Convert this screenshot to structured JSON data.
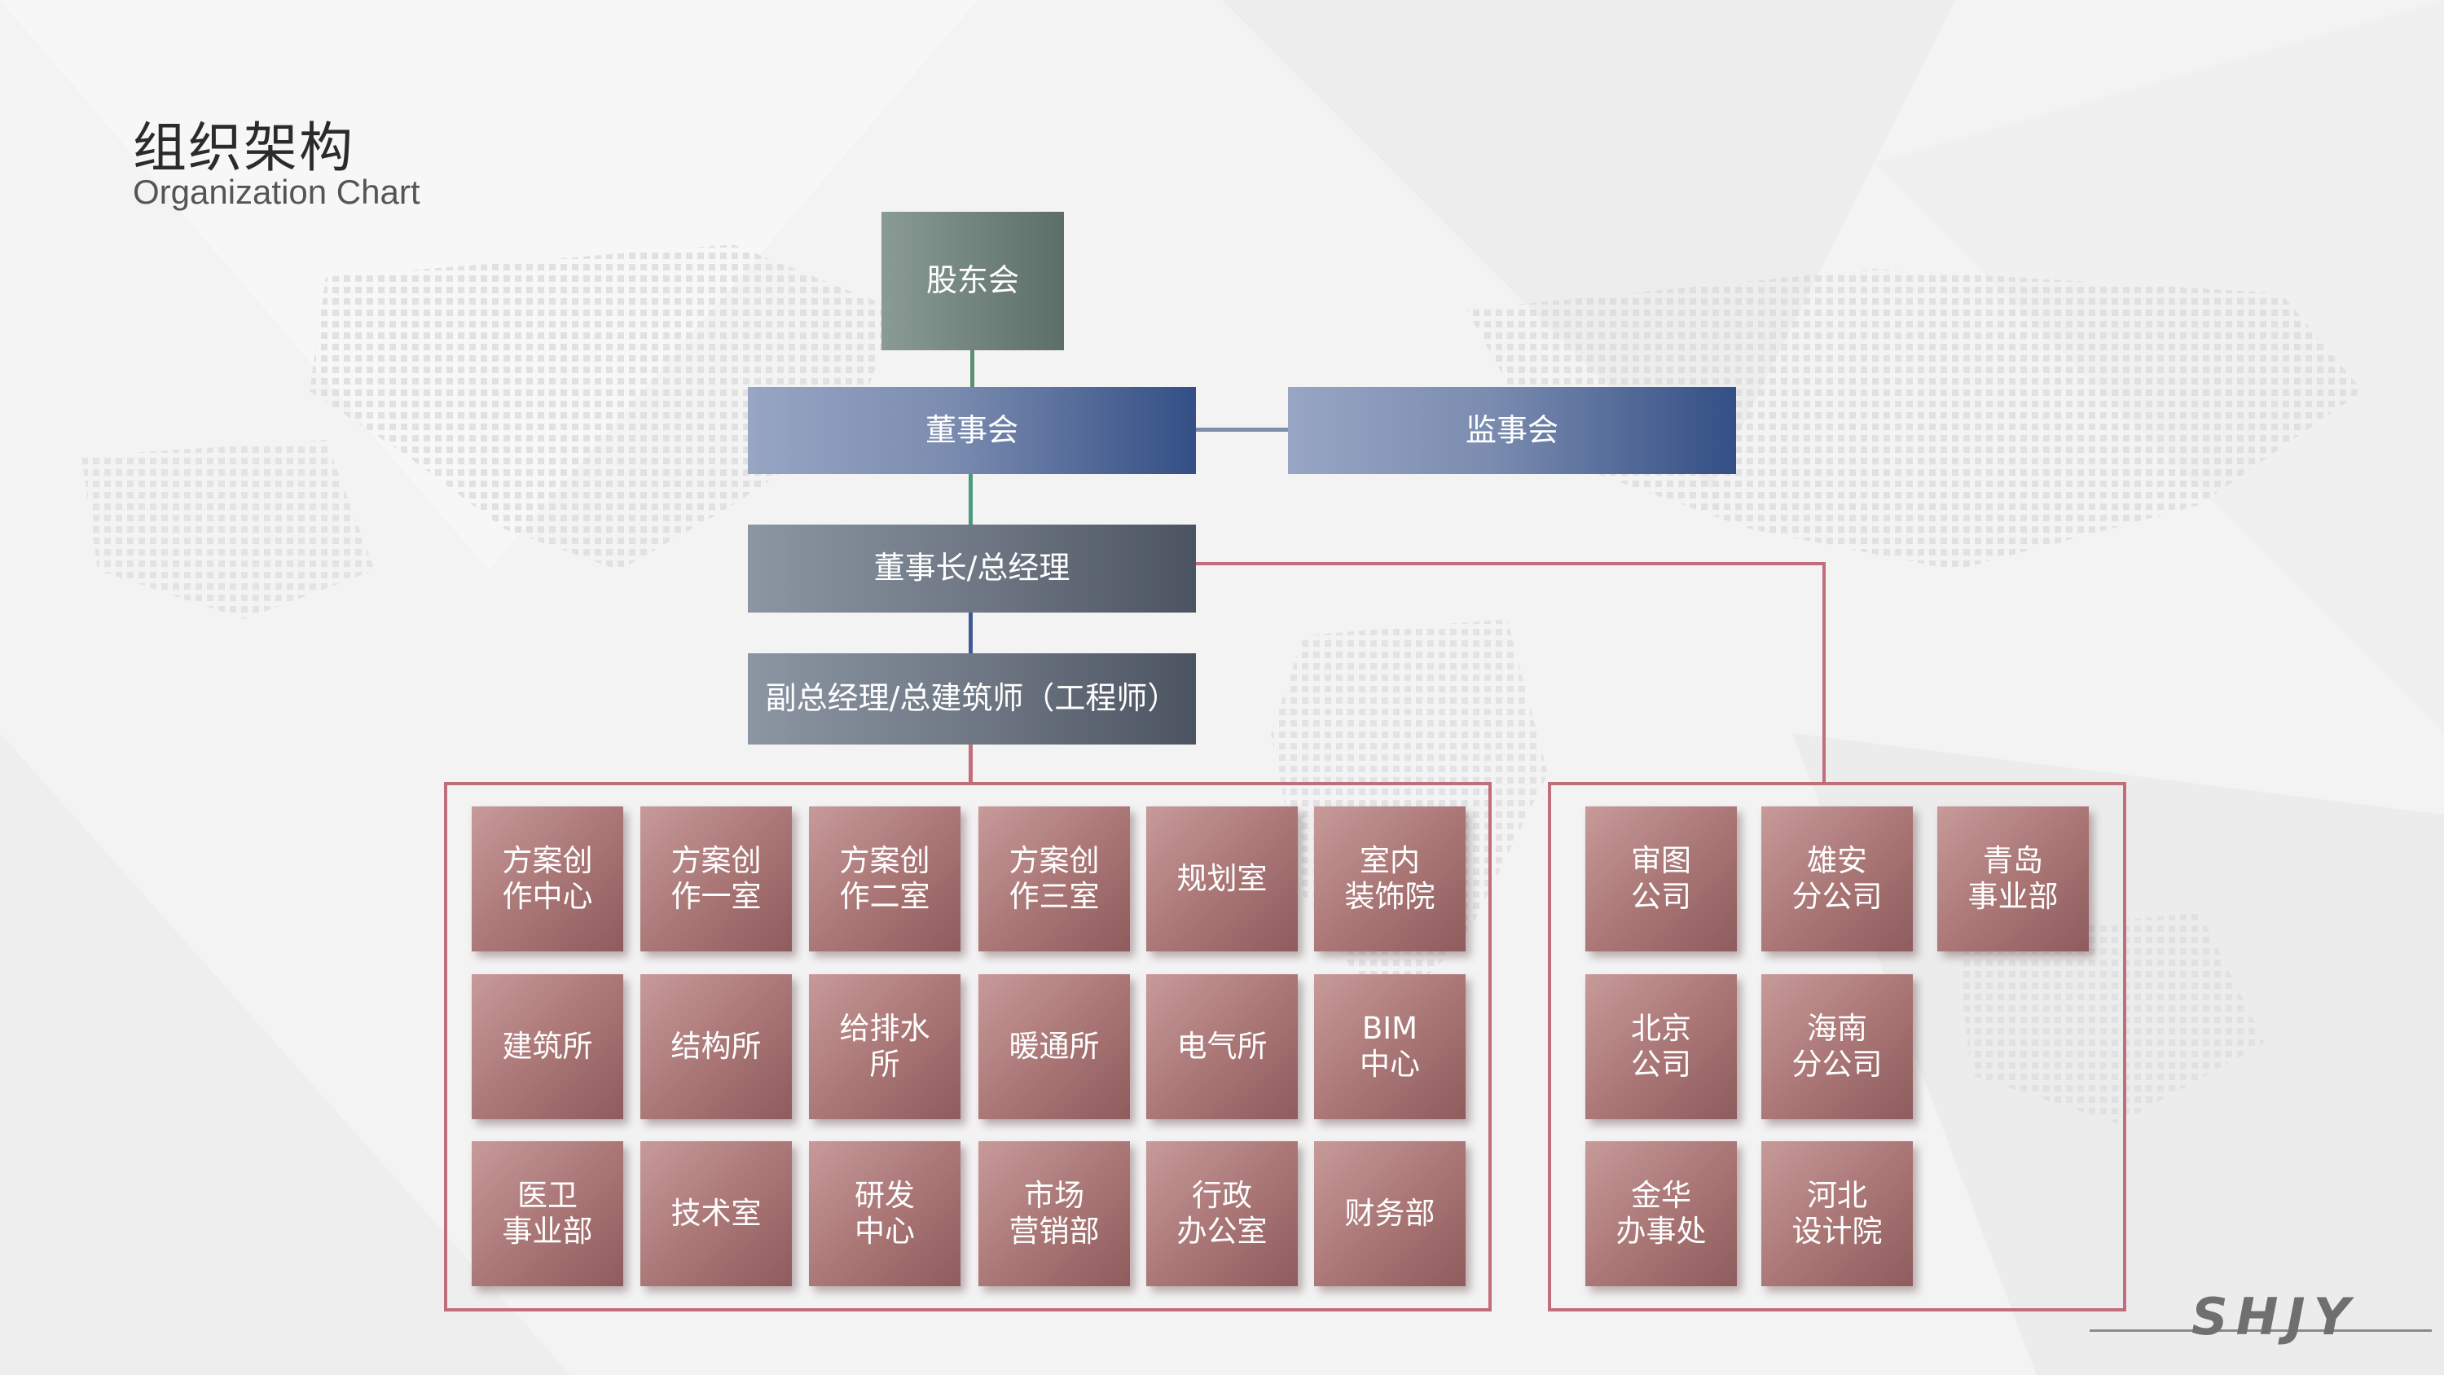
{
  "header": {
    "title": "组织架构",
    "subtitle": "Organization Chart"
  },
  "hierarchy": {
    "shareholders": "股东会",
    "board": "董事会",
    "supervisors": "监事会",
    "chairman": "董事长/总经理",
    "deputy": "副总经理/总建筑师（工程师）"
  },
  "left_units": [
    "方案创\n作中心",
    "方案创\n作一室",
    "方案创\n作二室",
    "方案创\n作三室",
    "规划室",
    "室内\n装饰院",
    "建筑所",
    "结构所",
    "给排水\n所",
    "暖通所",
    "电气所",
    "BIM\n中心",
    "医卫\n事业部",
    "技术室",
    "研发\n中心",
    "市场\n营销部",
    "行政\n办公室",
    "财务部"
  ],
  "right_units": [
    "审图\n公司",
    "雄安\n分公司",
    "青岛\n事业部",
    "北京\n公司",
    "海南\n分公司",
    "金华\n办事处",
    "河北\n设计院"
  ],
  "logo_text": "SHJY",
  "colors": {
    "unit": "#a87474",
    "group_border": "#c26d7b",
    "board": "#334f85",
    "shareholders": "#5c6e68"
  }
}
